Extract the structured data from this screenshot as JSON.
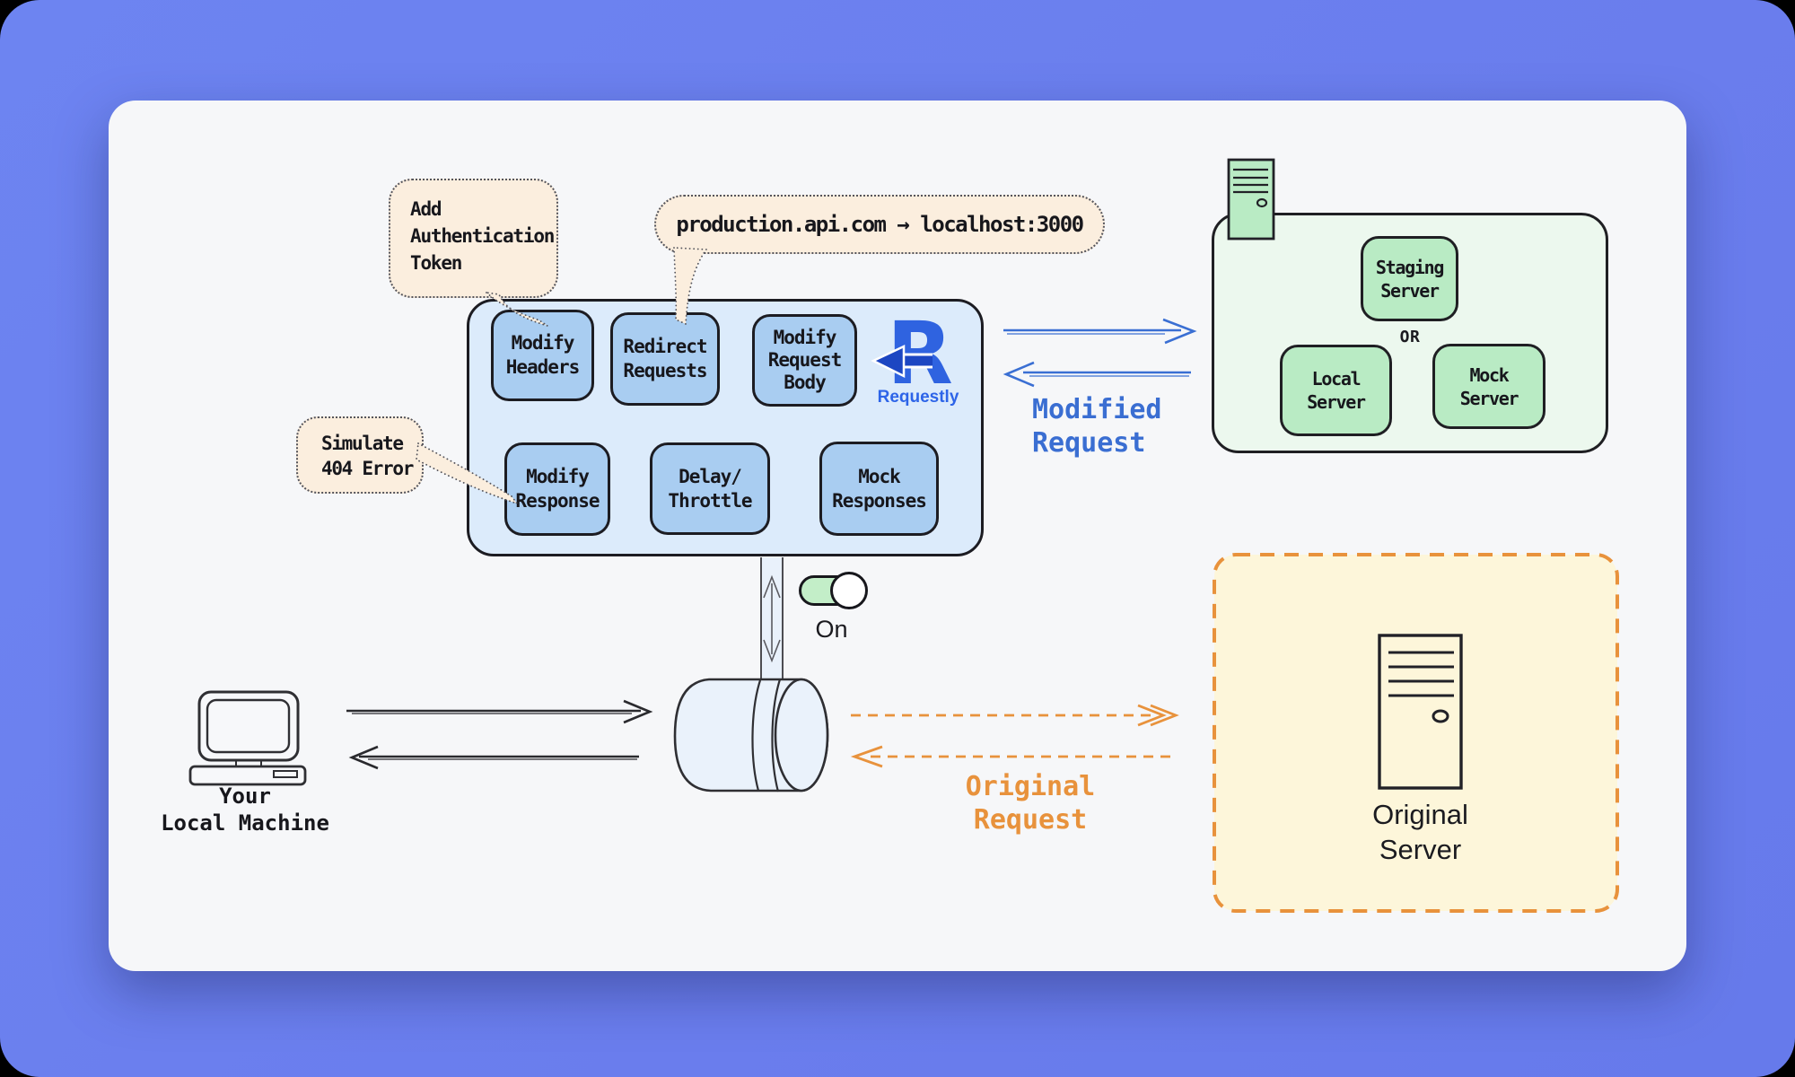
{
  "callouts": {
    "auth_token": {
      "lines": [
        "Add",
        "Authentication",
        "Token"
      ]
    },
    "redirect_rule": {
      "text": "production.api.com → localhost:3000"
    },
    "simulate_404": {
      "lines": [
        "Simulate",
        "404 Error"
      ]
    }
  },
  "requestly_panel": {
    "brand": {
      "letter": "R",
      "name": "Requestly"
    },
    "features": [
      {
        "lines": [
          "Modify",
          "Headers"
        ]
      },
      {
        "lines": [
          "Redirect",
          "Requests"
        ]
      },
      {
        "lines": [
          "Modify",
          "Request",
          "Body"
        ]
      },
      {
        "lines": [
          "Modify",
          "Response"
        ]
      },
      {
        "lines": [
          "Delay/",
          "Throttle"
        ]
      },
      {
        "lines": [
          "Mock",
          "Responses"
        ]
      }
    ],
    "toggle": {
      "state": "On"
    }
  },
  "flows": {
    "modified_request": {
      "lines": [
        "Modified",
        "Request"
      ]
    },
    "original_request": {
      "lines": [
        "Original",
        "Request"
      ]
    }
  },
  "destination_panel": {
    "staging": {
      "lines": [
        "Staging",
        "Server"
      ]
    },
    "or_label": "OR",
    "local": {
      "lines": [
        "Local",
        "Server"
      ]
    },
    "mock": {
      "lines": [
        "Mock",
        "Server"
      ]
    }
  },
  "client": {
    "lines": [
      "Your",
      "Local Machine"
    ]
  },
  "origin": {
    "lines": [
      "Original",
      "Server"
    ]
  },
  "colors": {
    "background": "#6b80ed",
    "canvas": "#f6f7f9",
    "panel_blue": "#dcebfb",
    "feature_blue": "#a9cdf1",
    "panel_green": "#ecf8ee",
    "node_green": "#b9ebc4",
    "callout_cream": "#fbeede",
    "origin_yellow": "#fdf6da",
    "accent_blue": "#3a6ed2",
    "accent_orange": "#e8923c",
    "logo_blue": "#2f63e0",
    "ink": "#1c1c22"
  }
}
